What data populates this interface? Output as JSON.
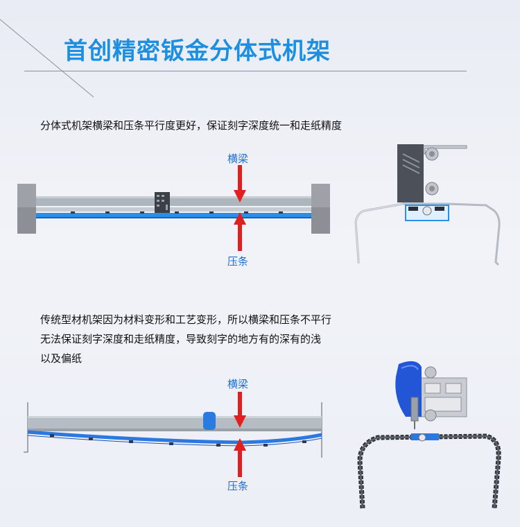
{
  "title": "首创精密钣金分体式机架",
  "section1": {
    "description": "分体式机架横梁和压条平行度更好，保证刻字深度统一和走纸精度",
    "top_label": "横梁",
    "bottom_label": "压条"
  },
  "section2": {
    "description_lines": [
      "传统型材机架因为材料变形和工艺变形，所以横梁和压条不平行",
      "无法保证刻字深度和走纸精度，导致刻字的地方有的深有的浅",
      "以及偏纸"
    ],
    "top_label": "横梁",
    "bottom_label": "压条"
  },
  "colors": {
    "title_blue": "#1c8fe0",
    "label_blue": "#1c6fd0",
    "arrow_red": "#e02020",
    "strip_blue": "#2a8fe8"
  }
}
